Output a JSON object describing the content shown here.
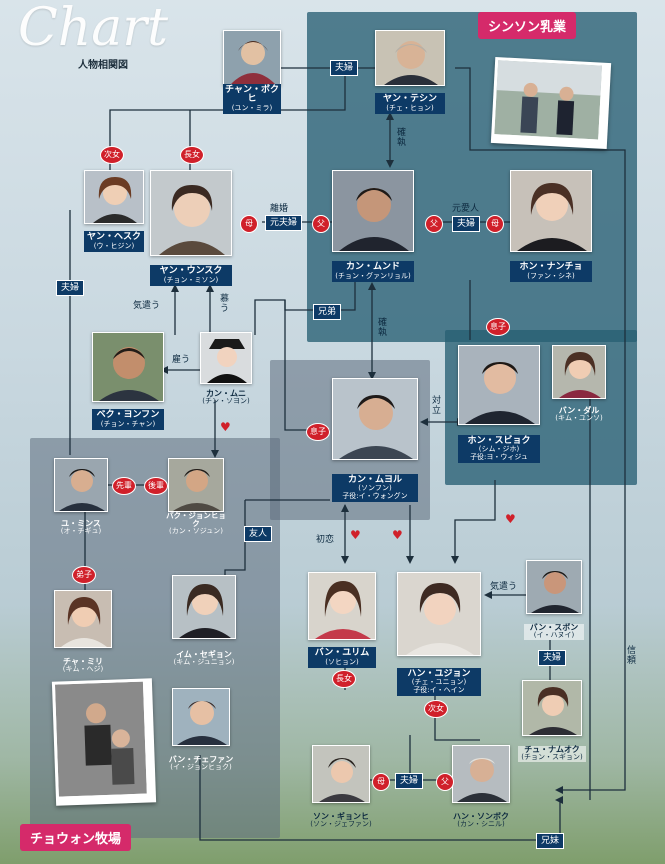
{
  "header": {
    "title": "Chart",
    "subtitle": "人物相関図"
  },
  "companies": {
    "top": "シンソン乳業",
    "bottom": "チョウォン牧場"
  },
  "people": {
    "jang_bokhee": {
      "name": "チャン・ボクヒ",
      "actor": "(ユン・ミラ)"
    },
    "yang_taesin": {
      "name": "ヤン・テシン",
      "actor": "(チェ・ヒョン)"
    },
    "yang_heskyu": {
      "name": "ヤン・ヘスク",
      "actor": "(ウ・ヒジン)"
    },
    "yang_unsuku": {
      "name": "ヤン・ウンスク",
      "actor": "(チョン・ミソン)"
    },
    "kang_mundo": {
      "name": "カン・ムンド",
      "actor": "(チョン・グァンリョル)"
    },
    "hon_nanchon": {
      "name": "ホン・ナンチョ",
      "actor": "(ファン・シネ)"
    },
    "beku_yonfun": {
      "name": "ベク・ヨンフン",
      "actor": "(チョン・チャン)"
    },
    "kang_muni": {
      "name": "カン・ムニ",
      "actor": "(チン・ソヨン)"
    },
    "kang_muyoru": {
      "name": "カン・ムヨル",
      "actor": "(ソンフン)",
      "child": "子役:イ・ウォングン"
    },
    "hon_subyoku": {
      "name": "ホン・スビョク",
      "actor": "(シム・ジホ)",
      "child": "子役:ヨ・ウィジュ"
    },
    "ban_daru": {
      "name": "バン・ダル",
      "actor": "(キム・ユンソ)"
    },
    "yu_minsu": {
      "name": "ユ・ミンス",
      "actor": "(オ・チギュ)"
    },
    "pak_jonhyoku": {
      "name": "パク・ジョンヒョク",
      "actor": "(カン・ソジュン)"
    },
    "cha_miri": {
      "name": "チャ・ミリ",
      "actor": "(キム・ヘジ)"
    },
    "imu_segyon": {
      "name": "イム・セギョン",
      "actor": "(キム・ジュニョン)"
    },
    "ban_yurimu": {
      "name": "バン・ユリム",
      "actor": "(ソヒョン)"
    },
    "han_yujon": {
      "name": "ハン・ユジョン",
      "actor": "(チェ・ユニョン)",
      "child": "子役:イ・ヘイン"
    },
    "ban_sobon": {
      "name": "バン・スボン",
      "actor": "(イ・ハヌイ)"
    },
    "chu_namuoku": {
      "name": "チュ・ナムオク",
      "actor": "(チョン・スギョン)"
    },
    "ban_chefan": {
      "name": "バン・チェファン",
      "actor": "(イ・ジョンヒョク)"
    },
    "son_gyonhi": {
      "name": "ソン・ギョンヒ",
      "actor": "(ソン・ジェファン)"
    },
    "han_sonbogu": {
      "name": "ハン・ソンボク",
      "actor": "(カン・シニル)"
    }
  },
  "relations": {
    "fufu": "夫婦",
    "moto_fufu": "元夫婦",
    "rikon": "離婚",
    "motoaijin": "元愛人",
    "jinan": "次女",
    "chonan": "長女",
    "chojo": "長女",
    "jijo": "次女",
    "chichi": "父",
    "haha": "母",
    "musuko": "息子",
    "kyodai": "兄弟",
    "kyomai": "兄妹",
    "kizukau": "気遣う",
    "shitau": "慕う",
    "yatou": "雇う",
    "ketsuretsu": "確執",
    "tairitsu": "対立",
    "hatsukoi": "初恋",
    "yujin": "友人",
    "senpai": "先輩",
    "kohai": "後輩",
    "deshi": "弟子",
    "shinrai": "信頼"
  }
}
